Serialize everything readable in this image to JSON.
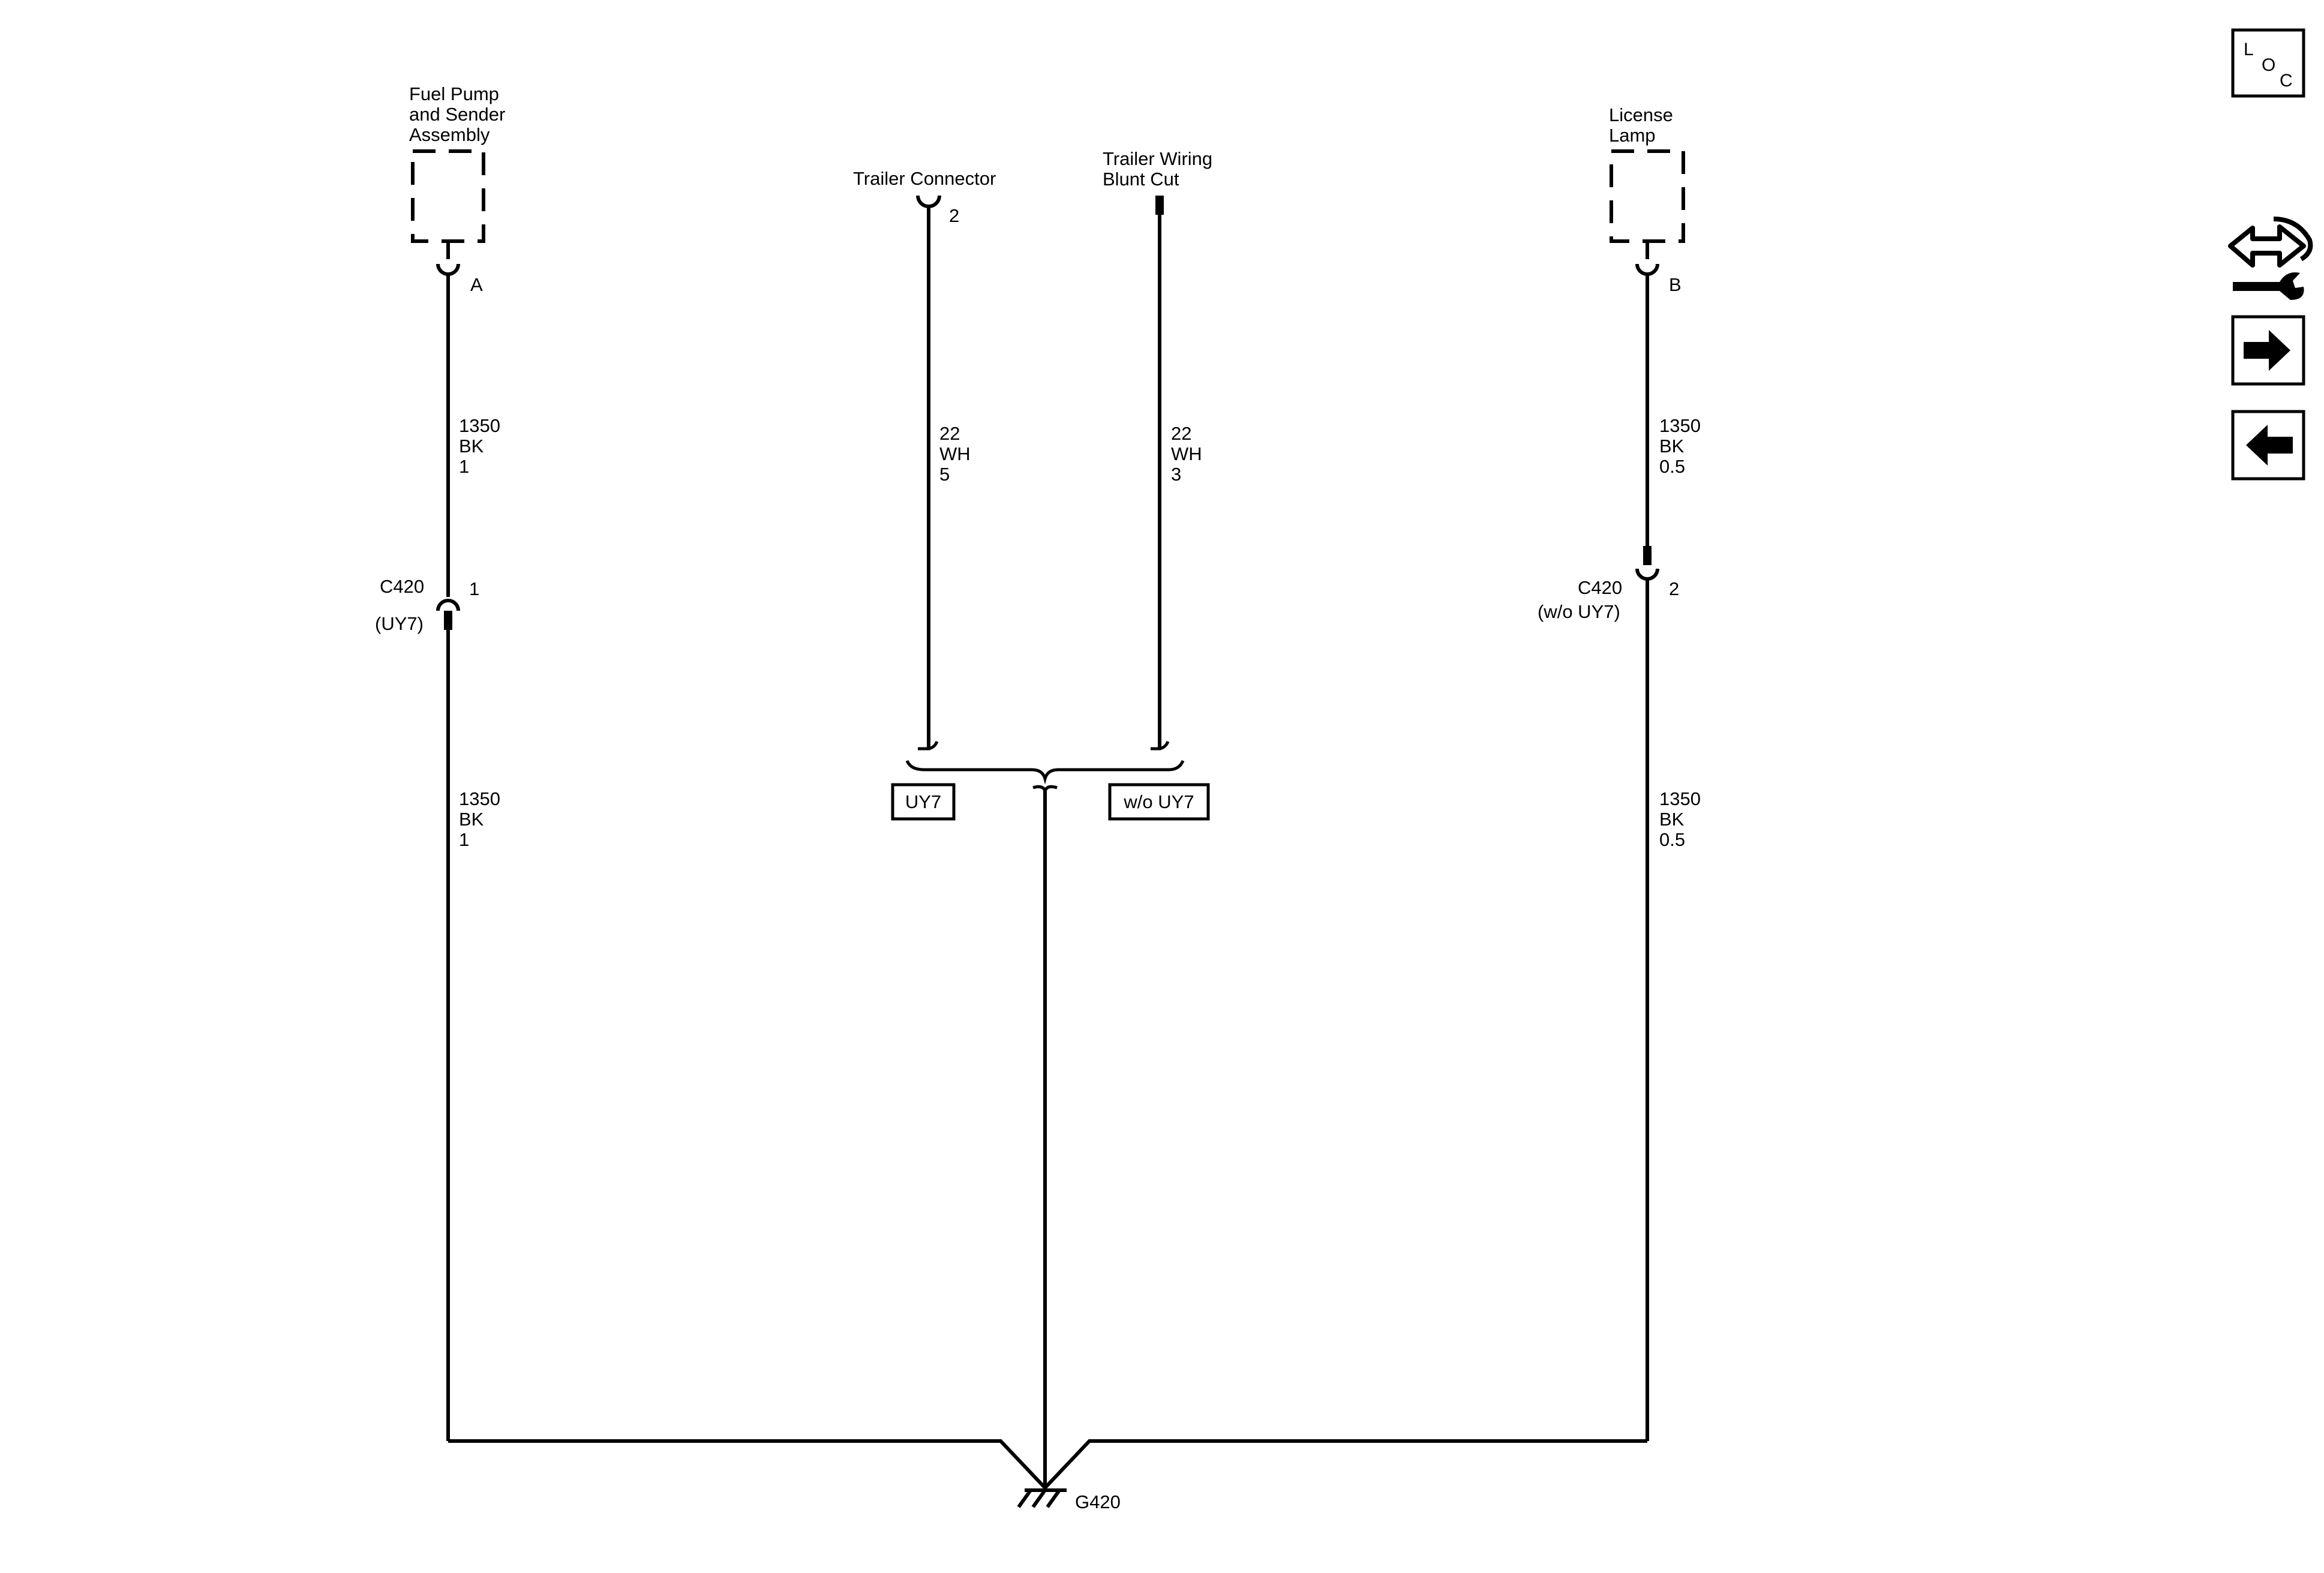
{
  "components": {
    "fuel_pump": {
      "label_lines": [
        "Fuel Pump",
        "and Sender",
        "Assembly"
      ],
      "pin": "A"
    },
    "trailer_connector": {
      "label": "Trailer Connector",
      "pin": "2"
    },
    "trailer_wiring": {
      "label_lines": [
        "Trailer Wiring",
        "Blunt Cut"
      ]
    },
    "license_lamp": {
      "label_lines": [
        "License",
        "Lamp"
      ],
      "pin": "B"
    }
  },
  "wires": {
    "fuel_pump_upper": [
      "1350",
      "BK",
      "1"
    ],
    "fuel_pump_lower": [
      "1350",
      "BK",
      "1"
    ],
    "trailer_connector": [
      "22",
      "WH",
      "5"
    ],
    "trailer_wiring": [
      "22",
      "WH",
      "3"
    ],
    "license_upper": [
      "1350",
      "BK",
      "0.5"
    ],
    "license_lower": [
      "1350",
      "BK",
      "0.5"
    ]
  },
  "connectors": {
    "c420_left": {
      "name": "C420",
      "option": "(UY7)",
      "pin": "1"
    },
    "c420_right": {
      "name": "C420",
      "option": "(w/o UY7)",
      "pin": "2"
    }
  },
  "options": {
    "uy7": "UY7",
    "wo_uy7": "w/o UY7"
  },
  "ground": {
    "name": "G420"
  },
  "nav": {
    "loc_letters": [
      "L",
      "O",
      "C"
    ],
    "icons": [
      "location-icon",
      "connector-info-icon",
      "next-arrow-icon",
      "previous-arrow-icon"
    ]
  }
}
